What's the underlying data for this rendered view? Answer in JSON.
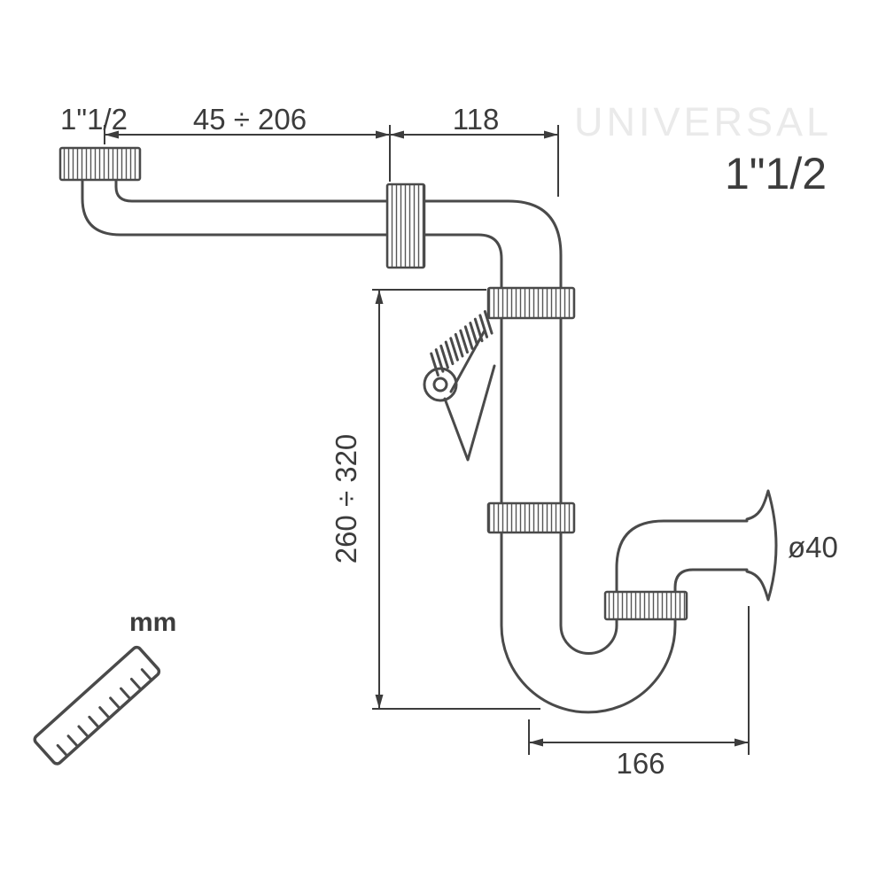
{
  "watermark": "UNIVERSAL",
  "labels": {
    "inlet_size": "1\"1/2",
    "size_large": "1\"1/2",
    "outlet_diameter": "ø40",
    "unit": "mm"
  },
  "dimensions": {
    "inlet_extension": "45 ÷ 206",
    "inlet_to_trap": "118",
    "body_height": "260 ÷ 320",
    "outlet_length": "166"
  },
  "colors": {
    "line": "#4a4a4a",
    "dim": "#3c3c3c",
    "watermark": "#eaeaea",
    "background": "#ffffff"
  }
}
